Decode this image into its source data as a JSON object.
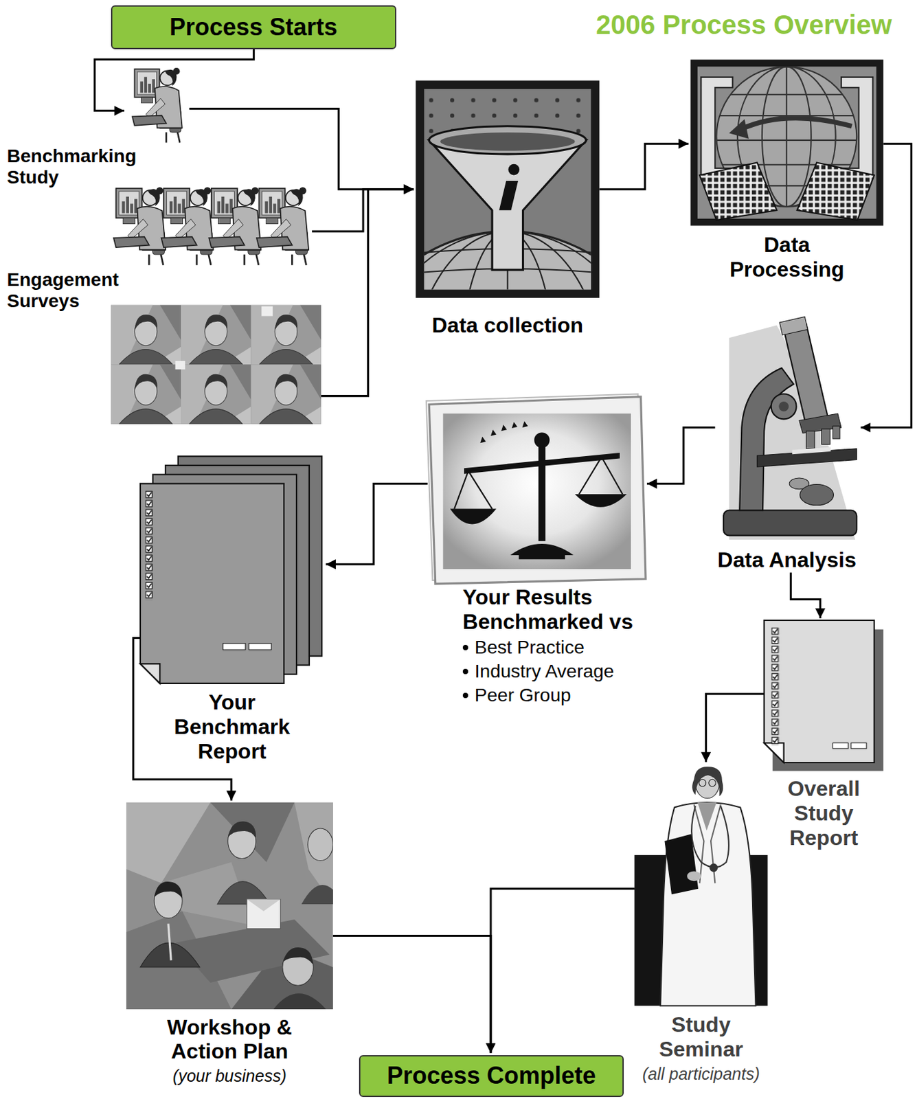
{
  "diagram": {
    "title": "2006 Process Overview",
    "nodes": [
      {
        "text": [
          "Process Starts"
        ]
      },
      {
        "text": [
          "Benchmarking Study"
        ]
      },
      {
        "text": [
          "Engagement Surveys"
        ]
      },
      {
        "text": [
          "Data collection"
        ]
      },
      {
        "text": [
          "Data Processing"
        ]
      },
      {
        "text": [
          "Data Analysis"
        ]
      },
      {
        "text": [
          "Your Results Benchmarked vs",
          "Best Practice",
          "Industry Average",
          "Peer Group"
        ]
      },
      {
        "text": [
          "Your Benchmark Report"
        ]
      },
      {
        "text": [
          "Overall Study Report"
        ]
      },
      {
        "text": [
          "Workshop & Action Plan",
          "(your business)"
        ]
      },
      {
        "text": [
          "Study Seminar",
          "(all participants)"
        ]
      },
      {
        "text": [
          "Process Complete"
        ]
      }
    ],
    "edges": [
      {
        "from": 0,
        "to": 1,
        "arrow": "to"
      },
      {
        "from": 1,
        "to": 3,
        "arrow": "to"
      },
      {
        "from": 2,
        "to": 3,
        "arrow": "to"
      },
      {
        "from": 3,
        "to": 4,
        "arrow": "to"
      },
      {
        "from": 4,
        "to": 5,
        "arrow": "to"
      },
      {
        "from": 5,
        "to": 6,
        "arrow": "to"
      },
      {
        "from": 6,
        "to": 7,
        "arrow": "to"
      },
      {
        "from": 5,
        "to": 8,
        "arrow": "to"
      },
      {
        "from": 7,
        "to": 9,
        "arrow": "to"
      },
      {
        "from": 8,
        "to": 10,
        "arrow": "to"
      },
      {
        "from": 9,
        "to": 11,
        "arrow": "to"
      },
      {
        "from": 10,
        "to": 11,
        "arrow": "to"
      }
    ]
  }
}
